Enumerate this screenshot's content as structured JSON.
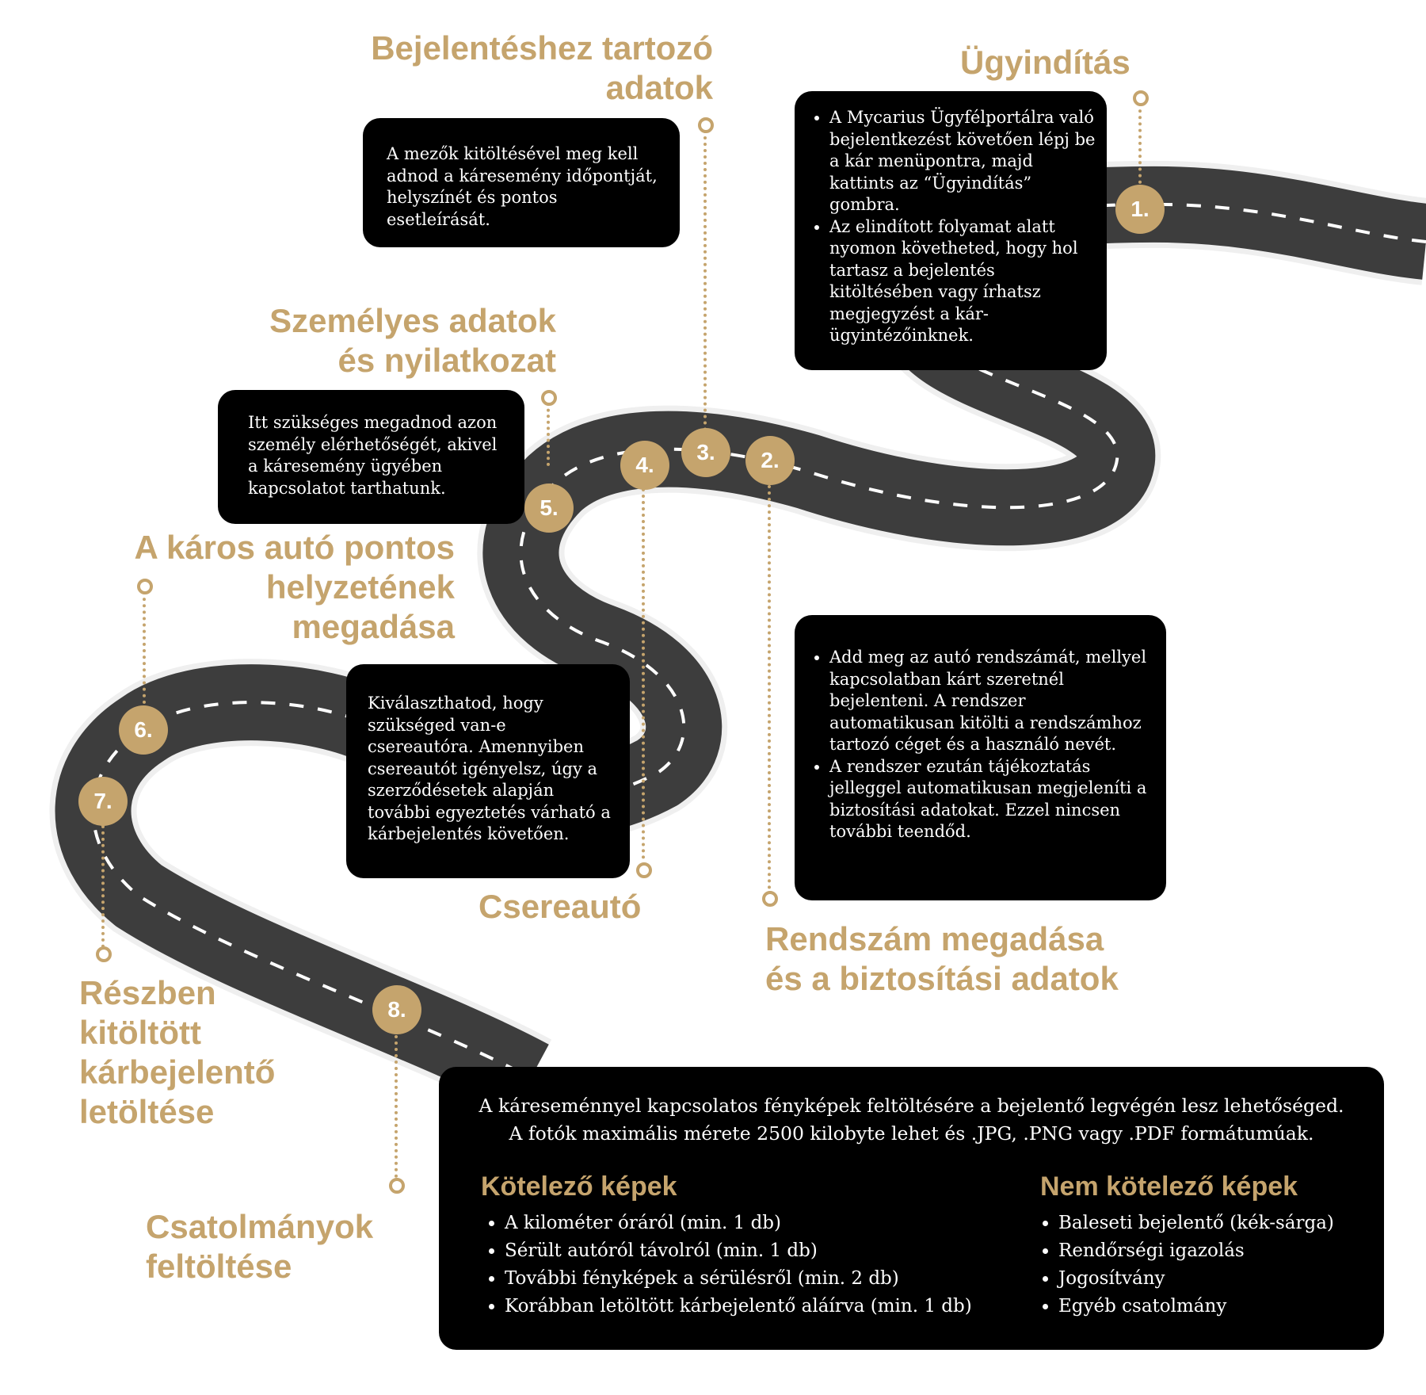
{
  "colors": {
    "accent": "#c5a46d",
    "road": "#3d3d3d",
    "box": "#000000",
    "text_light": "#ffffff"
  },
  "steps": [
    {
      "number": "1.",
      "title": "Ügyindítás",
      "bullets": [
        "A Mycarius Ügyfélportálra való bejelentkezést követően lépj be a kár menüpontra, majd kattints az “Ügyindítás” gombra.",
        "Az elindított folyamat alatt nyomon követheted, hogy hol tartasz a bejelentés kitöltésében vagy írhatsz megjegyzést a kár-ügyintézőinknek."
      ]
    },
    {
      "number": "2.",
      "title": "Rendszám megadása\nés a biztosítási adatok",
      "bullets": [
        "Add meg az autó rendszámát, mellyel kapcsolatban kárt szeretnél bejelenteni. A rendszer automatikusan kitölti a rendszámhoz tartozó céget és a használó nevét.",
        "A rendszer ezután tájékoztatás jelleggel automatikusan megjeleníti a biztosítási adatokat. Ezzel nincsen további teendőd."
      ]
    },
    {
      "number": "3.",
      "title": "Bejelentéshez tartozó\nadatok",
      "text": "A mezők kitöltésével meg kell adnod a káresemény időpontját, helyszínét és pontos esetleírását."
    },
    {
      "number": "4.",
      "title": "Csereautó",
      "text": "Kiválaszthatod, hogy szükséged van-e csereautóra. Amennyiben csereautót igényelsz, úgy a szerződésetek alapján további egyeztetés várható a kárbejelentés követően."
    },
    {
      "number": "5.",
      "title": "Személyes adatok\nés nyilatkozat",
      "text": "Itt szükséges megadnod azon személy elérhetőségét, akivel a káresemény ügyében kapcsolatot tarthatunk."
    },
    {
      "number": "6.",
      "title": "A káros autó pontos\nhelyzetének\nmegadása"
    },
    {
      "number": "7.",
      "title": "Részben\nkitöltött\nkárbejelentő\nletöltése"
    },
    {
      "number": "8.",
      "title": "Csatolmányok\nfeltöltése"
    }
  ],
  "attachments": {
    "intro_line1": "A káreseménnyel kapcsolatos fényképek feltöltésére a bejelentő legvégén lesz lehetőséged.",
    "intro_line2": "A fotók maximális mérete 2500 kilobyte lehet és .JPG, .PNG vagy .PDF formátumúak.",
    "required_title": "Kötelező képek",
    "required": [
      "A kilométer óráról (min. 1 db)",
      "Sérült autóról távolról (min. 1 db)",
      "További fényképek a sérülésről (min. 2 db)",
      "Korábban letöltött kárbejelentő aláírva (min. 1 db)"
    ],
    "optional_title": "Nem kötelező képek",
    "optional": [
      "Baleseti bejelentő (kék-sárga)",
      "Rendőrségi igazolás",
      "Jogosítvány",
      "Egyéb csatolmány"
    ]
  }
}
